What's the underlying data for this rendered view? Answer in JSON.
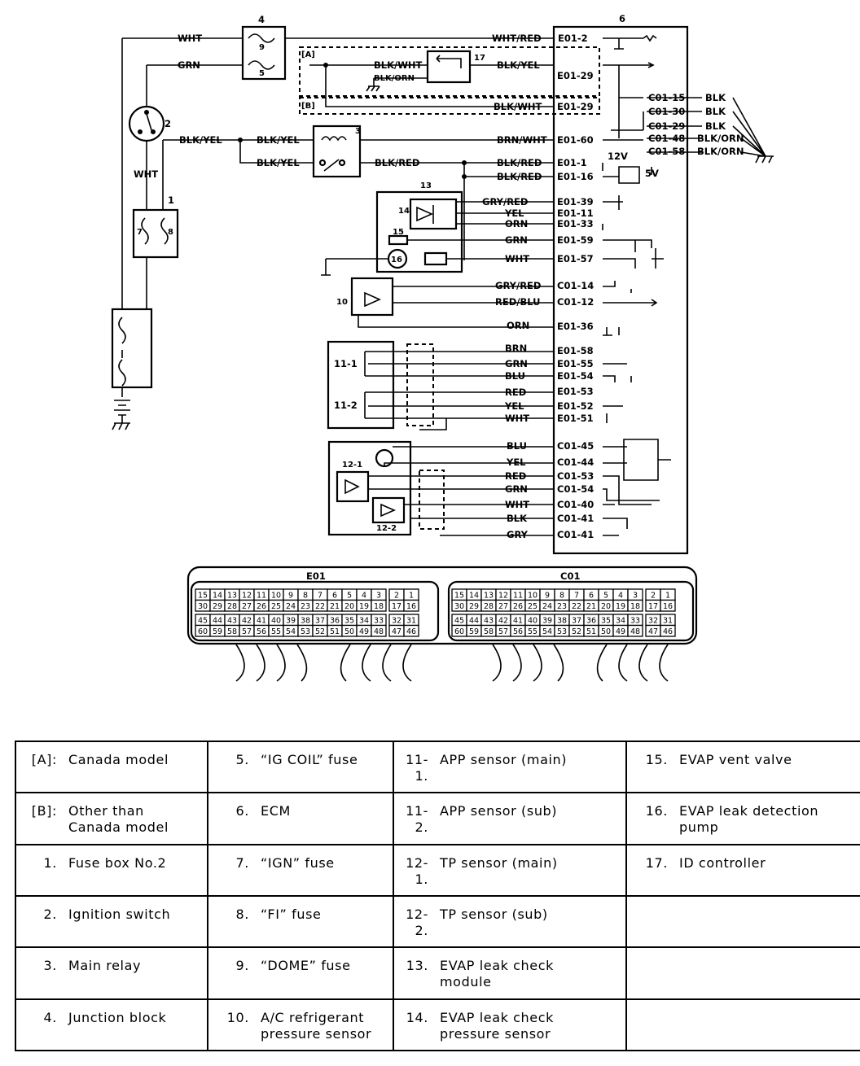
{
  "component_numbers": {
    "n1": "1",
    "n2": "2",
    "n3": "3",
    "n4": "4",
    "n5": "5",
    "n6": "6",
    "n7": "7",
    "n8": "8",
    "n9": "9",
    "n10": "10",
    "n11_1": "11-1",
    "n11_2": "11-2",
    "n12_1": "12-1",
    "n12_2": "12-2",
    "n13": "13",
    "n14": "14",
    "n15": "15",
    "n16": "16",
    "n17": "17",
    "A": "[A]",
    "B": "[B]",
    "v12": "12V",
    "v5": "5V"
  },
  "wire_colors": {
    "wht": "WHT",
    "grn": "GRN",
    "blk_yel": "BLK/YEL",
    "blk_red": "BLK/RED",
    "blk_wht": "BLK/WHT",
    "blk_orn": "BLK/ORN",
    "wht_red": "WHT/RED",
    "brn_wht": "BRN/WHT",
    "gry_red": "GRY/RED",
    "yel": "YEL",
    "orn": "ORN",
    "red_blu": "RED/BLU",
    "brn": "BRN",
    "blu": "BLU",
    "red": "RED",
    "blk": "BLK",
    "gry": "GRY"
  },
  "terminals": {
    "e01_2": "E01-2",
    "e01_29": "E01-29",
    "e01_60": "E01-60",
    "e01_1": "E01-1",
    "e01_16": "E01-16",
    "e01_39": "E01-39",
    "e01_11": "E01-11",
    "e01_33": "E01-33",
    "e01_59": "E01-59",
    "e01_57": "E01-57",
    "c01_14": "C01-14",
    "c01_12": "C01-12",
    "e01_36": "E01-36",
    "e01_58": "E01-58",
    "e01_55": "E01-55",
    "e01_54": "E01-54",
    "e01_53": "E01-53",
    "e01_52": "E01-52",
    "e01_51": "E01-51",
    "c01_45": "C01-45",
    "c01_44": "C01-44",
    "c01_53": "C01-53",
    "c01_54": "C01-54",
    "c01_40": "C01-40",
    "c01_41": "C01-41",
    "c01_15": "C01-15",
    "c01_30": "C01-30",
    "c01_29": "C01-29",
    "c01_48": "C01-48",
    "c01_58": "C01-58"
  },
  "connectors": {
    "e01_title": "E01",
    "c01_title": "C01",
    "rows": [
      [
        "15",
        "14",
        "13",
        "12",
        "11",
        "10",
        "9",
        "8",
        "7",
        "6",
        "5",
        "4",
        "3",
        "2",
        "1"
      ],
      [
        "30",
        "29",
        "28",
        "27",
        "26",
        "25",
        "24",
        "23",
        "22",
        "21",
        "20",
        "19",
        "18",
        "17",
        "16"
      ],
      [
        "45",
        "44",
        "43",
        "42",
        "41",
        "40",
        "39",
        "38",
        "37",
        "36",
        "35",
        "34",
        "33",
        "32",
        "31"
      ],
      [
        "60",
        "59",
        "58",
        "57",
        "56",
        "55",
        "54",
        "53",
        "52",
        "51",
        "50",
        "49",
        "48",
        "47",
        "46"
      ]
    ]
  },
  "legend": [
    [
      {
        "num": "[A]:",
        "text": "Canada model"
      },
      {
        "num": "5.",
        "text": "“IG COIL” fuse"
      },
      {
        "num": "11-\n1.",
        "text": "APP sensor (main)"
      },
      {
        "num": "15.",
        "text": "EVAP vent valve"
      }
    ],
    [
      {
        "num": "[B]:",
        "text": "Other than\nCanada model"
      },
      {
        "num": "6.",
        "text": "ECM"
      },
      {
        "num": "11-\n2.",
        "text": "APP sensor (sub)"
      },
      {
        "num": "16.",
        "text": "EVAP leak detection\npump"
      }
    ],
    [
      {
        "num": "1.",
        "text": "Fuse box No.2"
      },
      {
        "num": "7.",
        "text": "“IGN” fuse"
      },
      {
        "num": "12-\n1.",
        "text": "TP sensor (main)"
      },
      {
        "num": "17.",
        "text": "ID controller"
      }
    ],
    [
      {
        "num": "2.",
        "text": "Ignition switch"
      },
      {
        "num": "8.",
        "text": "“FI” fuse"
      },
      {
        "num": "12-\n2.",
        "text": "TP sensor (sub)"
      },
      {
        "num": "",
        "text": ""
      }
    ],
    [
      {
        "num": "3.",
        "text": "Main relay"
      },
      {
        "num": "9.",
        "text": "“DOME” fuse"
      },
      {
        "num": "13.",
        "text": "EVAP leak check\nmodule"
      },
      {
        "num": "",
        "text": ""
      }
    ],
    [
      {
        "num": "4.",
        "text": "Junction block"
      },
      {
        "num": "10.",
        "text": "A/C refrigerant\npressure sensor"
      },
      {
        "num": "14.",
        "text": "EVAP leak check\npressure sensor"
      },
      {
        "num": "",
        "text": ""
      }
    ]
  ]
}
